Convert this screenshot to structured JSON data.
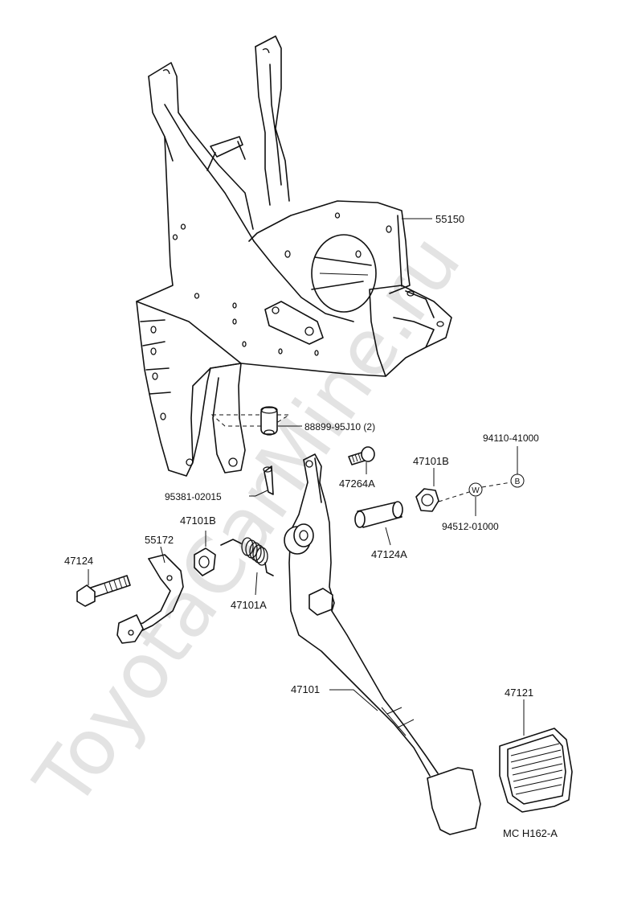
{
  "watermark": "ToyotaCarMine.ru",
  "labels": {
    "p55150": "55150",
    "p88899": "88899-95J10 (2)",
    "p94110": "94110-41000",
    "p47101B_right": "47101B",
    "p47264A": "47264A",
    "p95381": "95381-02015",
    "p94512": "94512-01000",
    "p47101B_left": "47101B",
    "p55172": "55172",
    "p47124": "47124",
    "p47124A": "47124A",
    "p47101A": "47101A",
    "p47101": "47101",
    "p47121": "47121",
    "ref_code": "MC H162-A"
  },
  "markers": {
    "b": "B",
    "w": "W"
  }
}
